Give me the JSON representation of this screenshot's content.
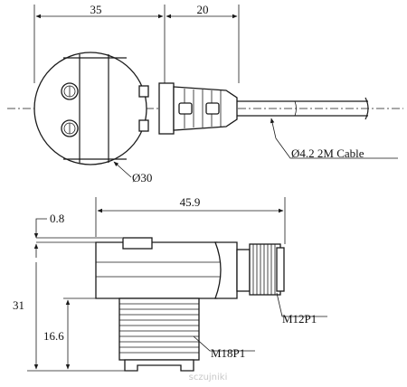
{
  "top_view": {
    "dim_width": "35",
    "dim_gland": "20",
    "dim_diameter": "Ø30",
    "cable_label": "Ø4.2 2M Cable"
  },
  "side_view": {
    "dim_length": "45.9",
    "dim_offset": "0.8",
    "dim_height": "31",
    "dim_thread_height": "16.6",
    "connector_label": "M12P1",
    "thread_label": "M18P1"
  },
  "watermark": "sczujniki"
}
